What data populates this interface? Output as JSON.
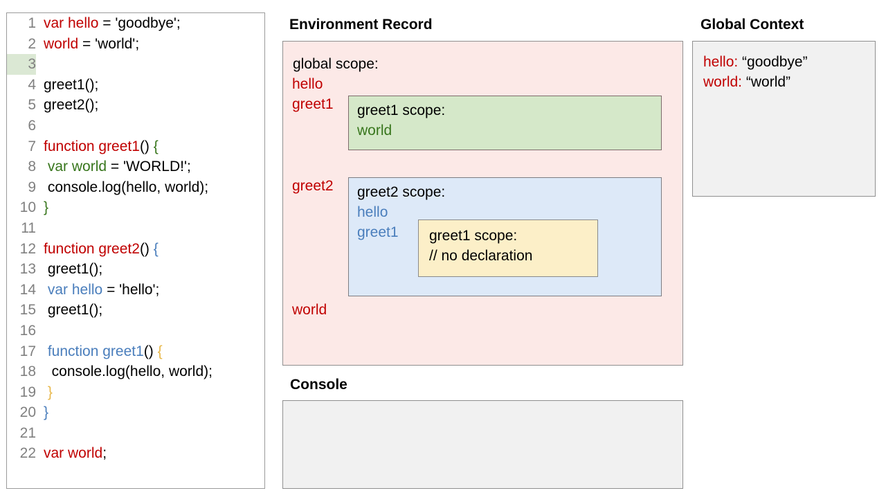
{
  "code_panel": {
    "lines": [
      {
        "num": "1",
        "highlight": false,
        "tokens": [
          {
            "t": "var hello",
            "c": "red"
          },
          {
            "t": " = 'goodbye';",
            "c": "black"
          }
        ]
      },
      {
        "num": "2",
        "highlight": false,
        "tokens": [
          {
            "t": "world",
            "c": "red"
          },
          {
            "t": " = 'world';",
            "c": "black"
          }
        ]
      },
      {
        "num": "3",
        "highlight": true,
        "tokens": [
          {
            "t": "",
            "c": "black"
          }
        ]
      },
      {
        "num": "4",
        "highlight": false,
        "tokens": [
          {
            "t": "greet1();",
            "c": "black"
          }
        ]
      },
      {
        "num": "5",
        "highlight": false,
        "tokens": [
          {
            "t": "greet2();",
            "c": "black"
          }
        ]
      },
      {
        "num": "6",
        "highlight": false,
        "tokens": [
          {
            "t": "",
            "c": "black"
          }
        ]
      },
      {
        "num": "7",
        "highlight": false,
        "tokens": [
          {
            "t": "function greet1",
            "c": "red"
          },
          {
            "t": "() ",
            "c": "black"
          },
          {
            "t": "{",
            "c": "green"
          }
        ]
      },
      {
        "num": "8",
        "highlight": false,
        "tokens": [
          {
            "t": " ",
            "c": "black"
          },
          {
            "t": "var world",
            "c": "green"
          },
          {
            "t": " = 'WORLD!';",
            "c": "black"
          }
        ]
      },
      {
        "num": "9",
        "highlight": false,
        "tokens": [
          {
            "t": " console.log(hello, world);",
            "c": "black"
          }
        ]
      },
      {
        "num": "10",
        "highlight": false,
        "tokens": [
          {
            "t": "}",
            "c": "green"
          }
        ]
      },
      {
        "num": "11",
        "highlight": false,
        "tokens": [
          {
            "t": "",
            "c": "black"
          }
        ]
      },
      {
        "num": "12",
        "highlight": false,
        "tokens": [
          {
            "t": "function greet2",
            "c": "red"
          },
          {
            "t": "() ",
            "c": "black"
          },
          {
            "t": "{",
            "c": "blue"
          }
        ]
      },
      {
        "num": "13",
        "highlight": false,
        "tokens": [
          {
            "t": " greet1();",
            "c": "black"
          }
        ]
      },
      {
        "num": "14",
        "highlight": false,
        "tokens": [
          {
            "t": " ",
            "c": "black"
          },
          {
            "t": "var hello",
            "c": "blue"
          },
          {
            "t": " = 'hello';",
            "c": "black"
          }
        ]
      },
      {
        "num": "15",
        "highlight": false,
        "tokens": [
          {
            "t": " greet1();",
            "c": "black"
          }
        ]
      },
      {
        "num": "16",
        "highlight": false,
        "tokens": [
          {
            "t": "",
            "c": "black"
          }
        ]
      },
      {
        "num": "17",
        "highlight": false,
        "tokens": [
          {
            "t": " ",
            "c": "black"
          },
          {
            "t": "function greet1",
            "c": "blue"
          },
          {
            "t": "() ",
            "c": "black"
          },
          {
            "t": "{",
            "c": "amber"
          }
        ]
      },
      {
        "num": "18",
        "highlight": false,
        "tokens": [
          {
            "t": "  console.log(hello, world);",
            "c": "black"
          }
        ]
      },
      {
        "num": "19",
        "highlight": false,
        "tokens": [
          {
            "t": " ",
            "c": "black"
          },
          {
            "t": "}",
            "c": "amber"
          }
        ]
      },
      {
        "num": "20",
        "highlight": false,
        "tokens": [
          {
            "t": "}",
            "c": "blue"
          }
        ]
      },
      {
        "num": "21",
        "highlight": false,
        "tokens": [
          {
            "t": "",
            "c": "black"
          }
        ]
      },
      {
        "num": "22",
        "highlight": false,
        "tokens": [
          {
            "t": "var world",
            "c": "red"
          },
          {
            "t": ";",
            "c": "black"
          }
        ]
      }
    ]
  },
  "environment_record": {
    "title": "Environment Record",
    "global_scope_label": "global scope:",
    "global_bindings": [
      "hello",
      "greet1",
      "greet2",
      "world"
    ],
    "greet1_scope": {
      "label": "greet1 scope:",
      "bindings": [
        "world"
      ]
    },
    "greet2_scope": {
      "label": "greet2 scope:",
      "bindings": [
        "hello",
        "greet1"
      ],
      "nested_greet1_scope": {
        "label": "greet1 scope:",
        "bindings": [
          "// no declaration"
        ]
      }
    }
  },
  "console": {
    "title": "Console",
    "output": ""
  },
  "global_context": {
    "title": "Global Context",
    "entries": [
      {
        "key": "hello:",
        "value": "“goodbye”"
      },
      {
        "key": "world:",
        "value": "“world”"
      }
    ]
  },
  "colors": {
    "red": "#c00000",
    "green": "#38761d",
    "blue": "#4a7ebc",
    "amber": "#e8b84b",
    "pink_bg": "#fce9e7",
    "green_bg": "#d5e8c9",
    "blue_bg": "#dde9f8",
    "yellow_bg": "#fcefc8",
    "gray_bg": "#f1f1f1",
    "line_highlight": "#dbe8d4"
  }
}
